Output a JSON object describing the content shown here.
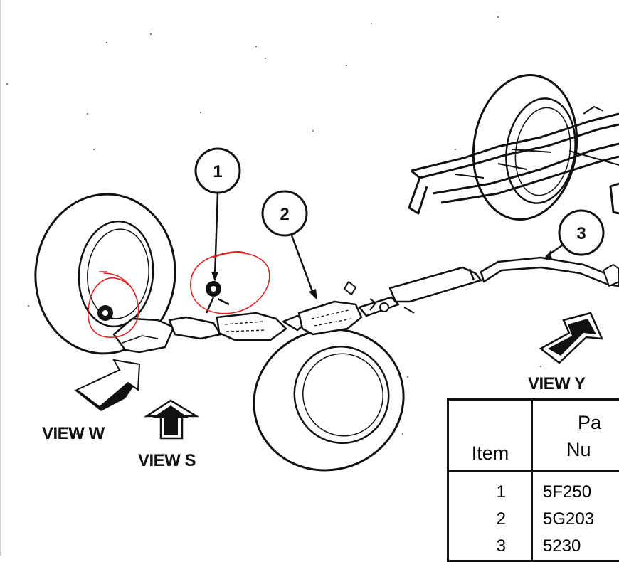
{
  "callouts": [
    {
      "number": "1"
    },
    {
      "number": "2"
    },
    {
      "number": "3"
    }
  ],
  "views": {
    "view_w": "VIEW W",
    "view_s": "VIEW S",
    "view_y": "VIEW Y"
  },
  "table": {
    "header_item": "Item",
    "header_part_line1": "Pa",
    "header_part_line2": "Nu",
    "rows": [
      {
        "item": "1",
        "part": "5F250"
      },
      {
        "item": "2",
        "part": "5G203"
      },
      {
        "item": "3",
        "part": "5230"
      }
    ]
  },
  "annotations": {
    "circle_color": "#e02020"
  }
}
